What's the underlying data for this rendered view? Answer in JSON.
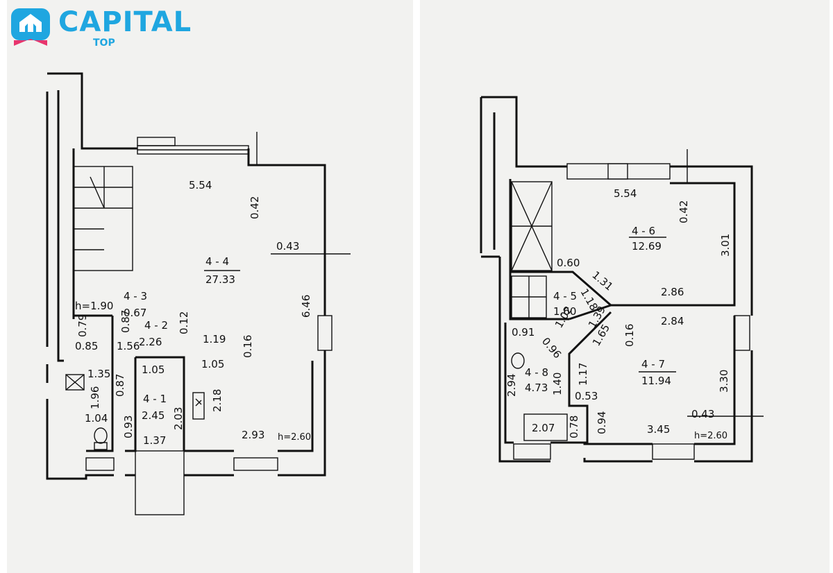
{
  "logo": {
    "name": "CAPITAL",
    "sub": "TOP"
  },
  "plan_left": {
    "rooms": [
      {
        "id": "4 - 4",
        "area": "27.33"
      },
      {
        "id": "4 - 3",
        "area": "0.67"
      },
      {
        "id": "4 - 2",
        "area": "2.26"
      },
      {
        "id": "4 - 1",
        "area": "2.45"
      }
    ],
    "dims": [
      "5.54",
      "0.42",
      "0.43",
      "6.46",
      "h=1.90",
      "0.79",
      "0.87",
      "0.85",
      "1.56",
      "0.12",
      "1.19",
      "0.16",
      "1.05",
      "1.05",
      "1.35",
      "0.87",
      "1.96",
      "1.04",
      "2.03",
      "0.93",
      "1.37",
      "2.18",
      "2.93",
      "h=2.60"
    ]
  },
  "plan_right": {
    "rooms": [
      {
        "id": "4 - 6",
        "area": "12.69"
      },
      {
        "id": "4 - 5",
        "area": "1.60"
      },
      {
        "id": "4 - 7",
        "area": "11.94"
      },
      {
        "id": "4 - 8",
        "area": "4.73"
      }
    ],
    "dims": [
      "5.54",
      "0.42",
      "3.01",
      "0.60",
      "1.31",
      "1.18",
      "2.86",
      "1.02",
      "1.39",
      "0.16",
      "2.84",
      "0.91",
      "0.96",
      "1.65",
      "1.17",
      "2.94",
      "1.40",
      "0.53",
      "3.30",
      "0.43",
      "2.07",
      "0.78",
      "0.94",
      "3.45",
      "h=2.60"
    ]
  }
}
